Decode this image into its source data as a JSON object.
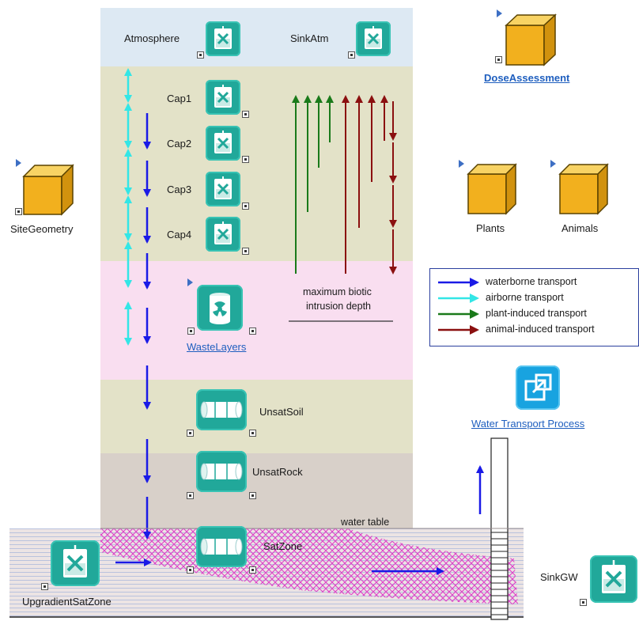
{
  "layers": {
    "atmosphere_color": "#dde9f3",
    "cap_color": "#e3e2c8",
    "waste_color": "#f9def0",
    "unsat_soil_color": "#e3e2c8",
    "unsat_rock_color": "#d8d0c9",
    "sat_color": "#eadede",
    "sat_plume_color": "#e040c8"
  },
  "nodes": {
    "atmosphere": "Atmosphere",
    "sink_atm": "SinkAtm",
    "cap1": "Cap1",
    "cap2": "Cap2",
    "cap3": "Cap3",
    "cap4": "Cap4",
    "waste_layers": "WasteLayers",
    "unsat_soil": "UnsatSoil",
    "unsat_rock": "UnsatRock",
    "sat_zone": "SatZone",
    "upgradient": "UpgradientSatZone",
    "sink_gw": "SinkGW"
  },
  "containers": {
    "site_geometry": "SiteGeometry",
    "dose_assessment": "DoseAssessment",
    "plants": "Plants",
    "animals": "Animals"
  },
  "annotations": {
    "biotic_line1": "maximum biotic",
    "biotic_line2": "intrusion depth",
    "water_table": "water table",
    "water_transport": "Water Transport Process"
  },
  "legend": [
    {
      "label": "waterborne transport",
      "color": "#1a1ae6"
    },
    {
      "label": "airborne transport",
      "color": "#33e6e6"
    },
    {
      "label": "plant-induced transport",
      "color": "#1a7a1a"
    },
    {
      "label": "animal-induced transport",
      "color": "#8b1010"
    }
  ],
  "icons": {
    "node": "mixing-tank-icon",
    "barrel": "waste-drum-icon",
    "pipe": "pipe-segment-icon",
    "container": "cube-container-icon",
    "process": "external-link-icon"
  }
}
